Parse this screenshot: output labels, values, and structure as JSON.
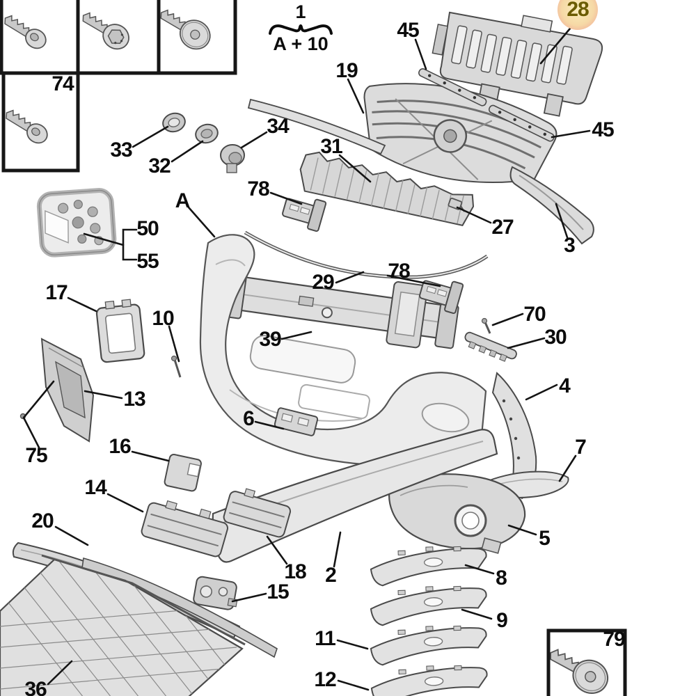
{
  "note": {
    "group_number": "1",
    "formula": "A + 10"
  },
  "highlight": {
    "selected_part": "28",
    "center_color": "#f9eebc",
    "edge_color": "#ef9e95",
    "text_color": "#6a5b00"
  },
  "colors": {
    "background": "#ffffff",
    "line_color": "#141414",
    "part_fill": "#e3e3e3",
    "part_stroke": "#4a4a4a"
  },
  "callouts": {
    "c74": {
      "text": "74"
    },
    "c33": {
      "text": "33"
    },
    "c32": {
      "text": "32"
    },
    "c34": {
      "text": "34"
    },
    "c19": {
      "text": "19"
    },
    "c45a": {
      "text": "45"
    },
    "c28": {
      "text": "28"
    },
    "c45b": {
      "text": "45"
    },
    "c31": {
      "text": "31"
    },
    "c27": {
      "text": "27"
    },
    "c3": {
      "text": "3"
    },
    "c78a": {
      "text": "78"
    },
    "c78b": {
      "text": "78"
    },
    "c29": {
      "text": "29"
    },
    "cA": {
      "text": "A"
    },
    "c50": {
      "text": "50"
    },
    "c55": {
      "text": "55"
    },
    "c17": {
      "text": "17"
    },
    "c10": {
      "text": "10"
    },
    "c39": {
      "text": "39"
    },
    "c70": {
      "text": "70"
    },
    "c30": {
      "text": "30"
    },
    "c4": {
      "text": "4"
    },
    "c13": {
      "text": "13"
    },
    "c75": {
      "text": "75"
    },
    "c16": {
      "text": "16"
    },
    "c6": {
      "text": "6"
    },
    "c14": {
      "text": "14"
    },
    "c20": {
      "text": "20"
    },
    "c7": {
      "text": "7"
    },
    "c5": {
      "text": "5"
    },
    "c18": {
      "text": "18"
    },
    "c2": {
      "text": "2"
    },
    "c15": {
      "text": "15"
    },
    "c8": {
      "text": "8"
    },
    "c9": {
      "text": "9"
    },
    "c11": {
      "text": "11"
    },
    "c12": {
      "text": "12"
    },
    "c36": {
      "text": "36"
    },
    "c79": {
      "text": "79"
    }
  }
}
